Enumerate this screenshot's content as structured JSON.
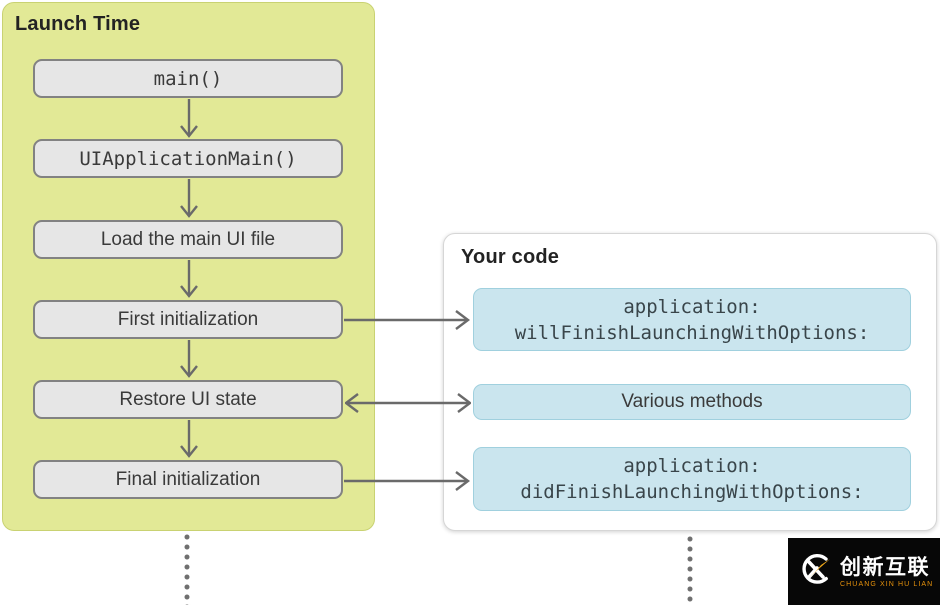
{
  "colors": {
    "page_bg": "#ffffff",
    "launch_panel_bg": "#e2e996",
    "launch_panel_border": "#c9d272",
    "step_box_bg": "#e6e6e6",
    "step_box_border": "#828282",
    "code_panel_bg": "#ffffff",
    "code_box_bg": "#cae5ee",
    "code_box_border": "#a0d0de",
    "arrow": "#6a6a6a",
    "watermark_bg": "#070707",
    "watermark_accent": "#f0a818",
    "watermark_tagline": "#e8930c"
  },
  "launch_panel": {
    "title": "Launch Time",
    "steps": [
      {
        "label": "main()"
      },
      {
        "label": "UIApplicationMain()"
      },
      {
        "label": "Load the main UI file"
      },
      {
        "label": "First initialization"
      },
      {
        "label": "Restore UI state"
      },
      {
        "label": "Final initialization"
      }
    ]
  },
  "code_panel": {
    "title": "Your code",
    "boxes": [
      {
        "lines": [
          "application:",
          "willFinishLaunchingWithOptions:"
        ]
      },
      {
        "lines": [
          "Various methods"
        ]
      },
      {
        "lines": [
          "application:",
          "didFinishLaunchingWithOptions:"
        ]
      }
    ]
  },
  "watermark": {
    "brand": "创新互联",
    "tagline": "CHUANG XIN HU LIAN"
  }
}
